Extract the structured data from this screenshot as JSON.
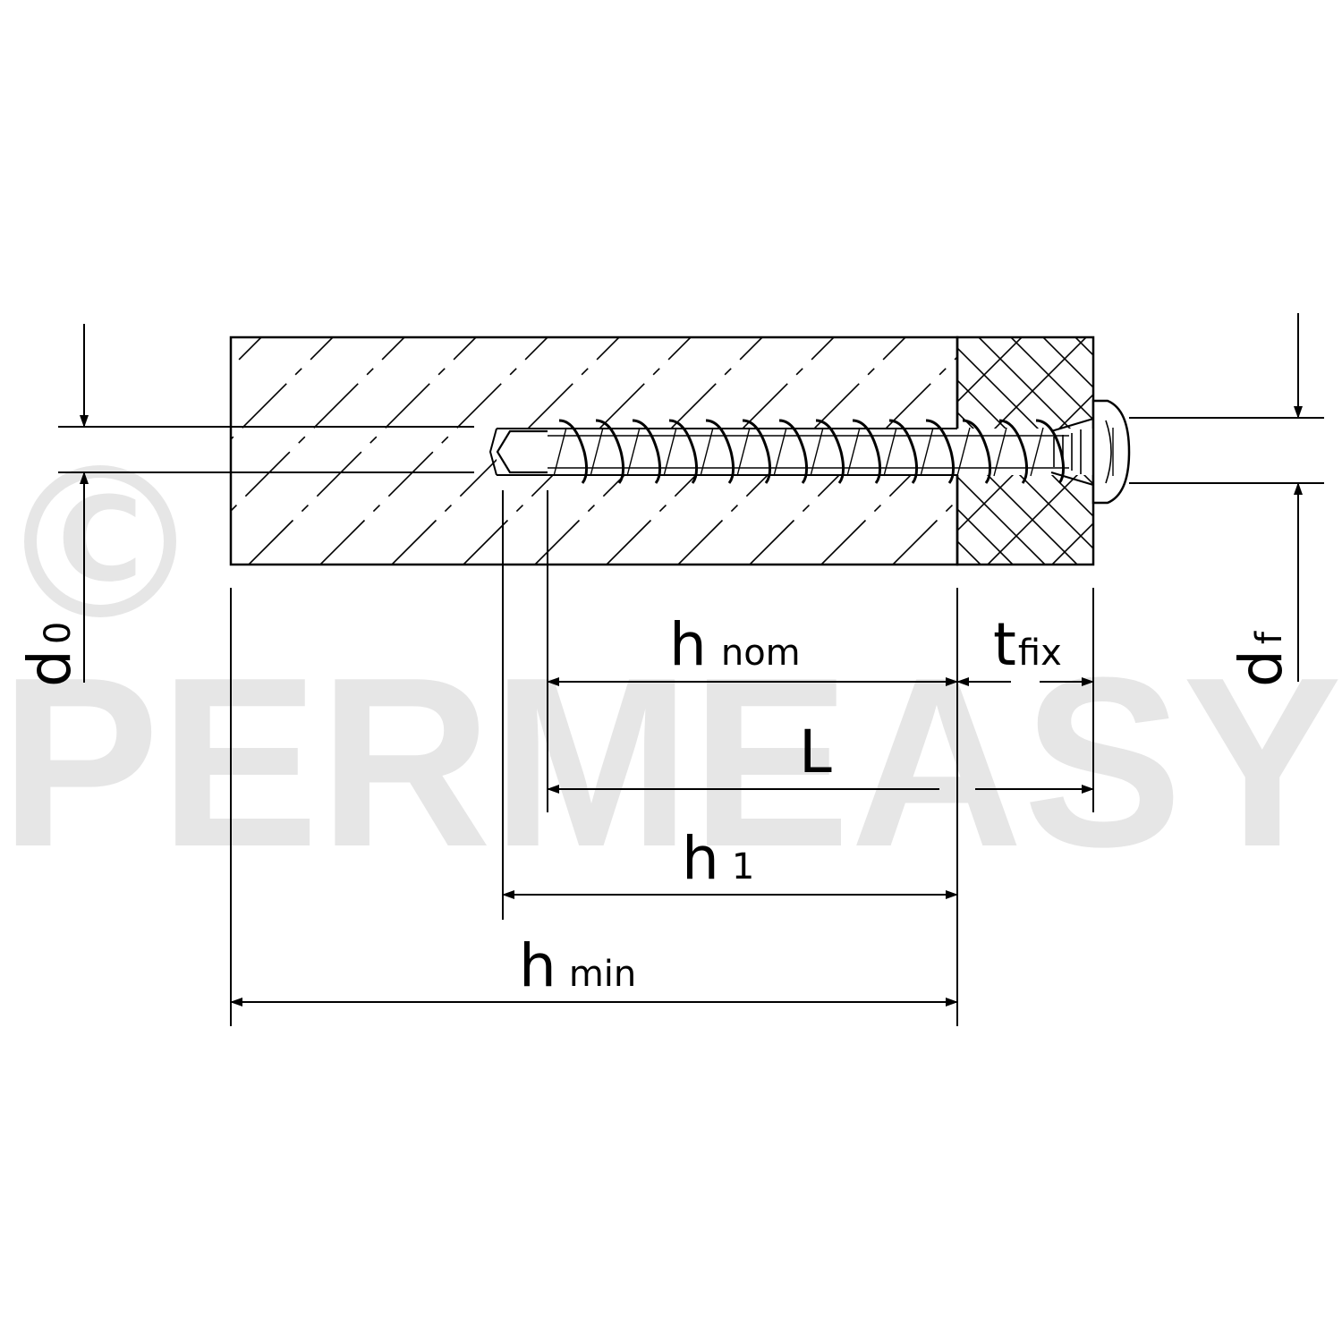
{
  "watermark": {
    "copyright_symbol": "©",
    "text": "PERMEASY"
  },
  "dimensions": {
    "d0": {
      "main": "d",
      "sub": "0"
    },
    "df": {
      "main": "d",
      "sub": "f"
    },
    "hnom": {
      "main": "h",
      "sub": "nom"
    },
    "tfix": {
      "main": "t",
      "sub": "fix"
    },
    "L": {
      "main": "L"
    },
    "h1": {
      "main": "h",
      "sub": "1"
    },
    "hmin": {
      "main": "h",
      "sub": "min"
    }
  }
}
